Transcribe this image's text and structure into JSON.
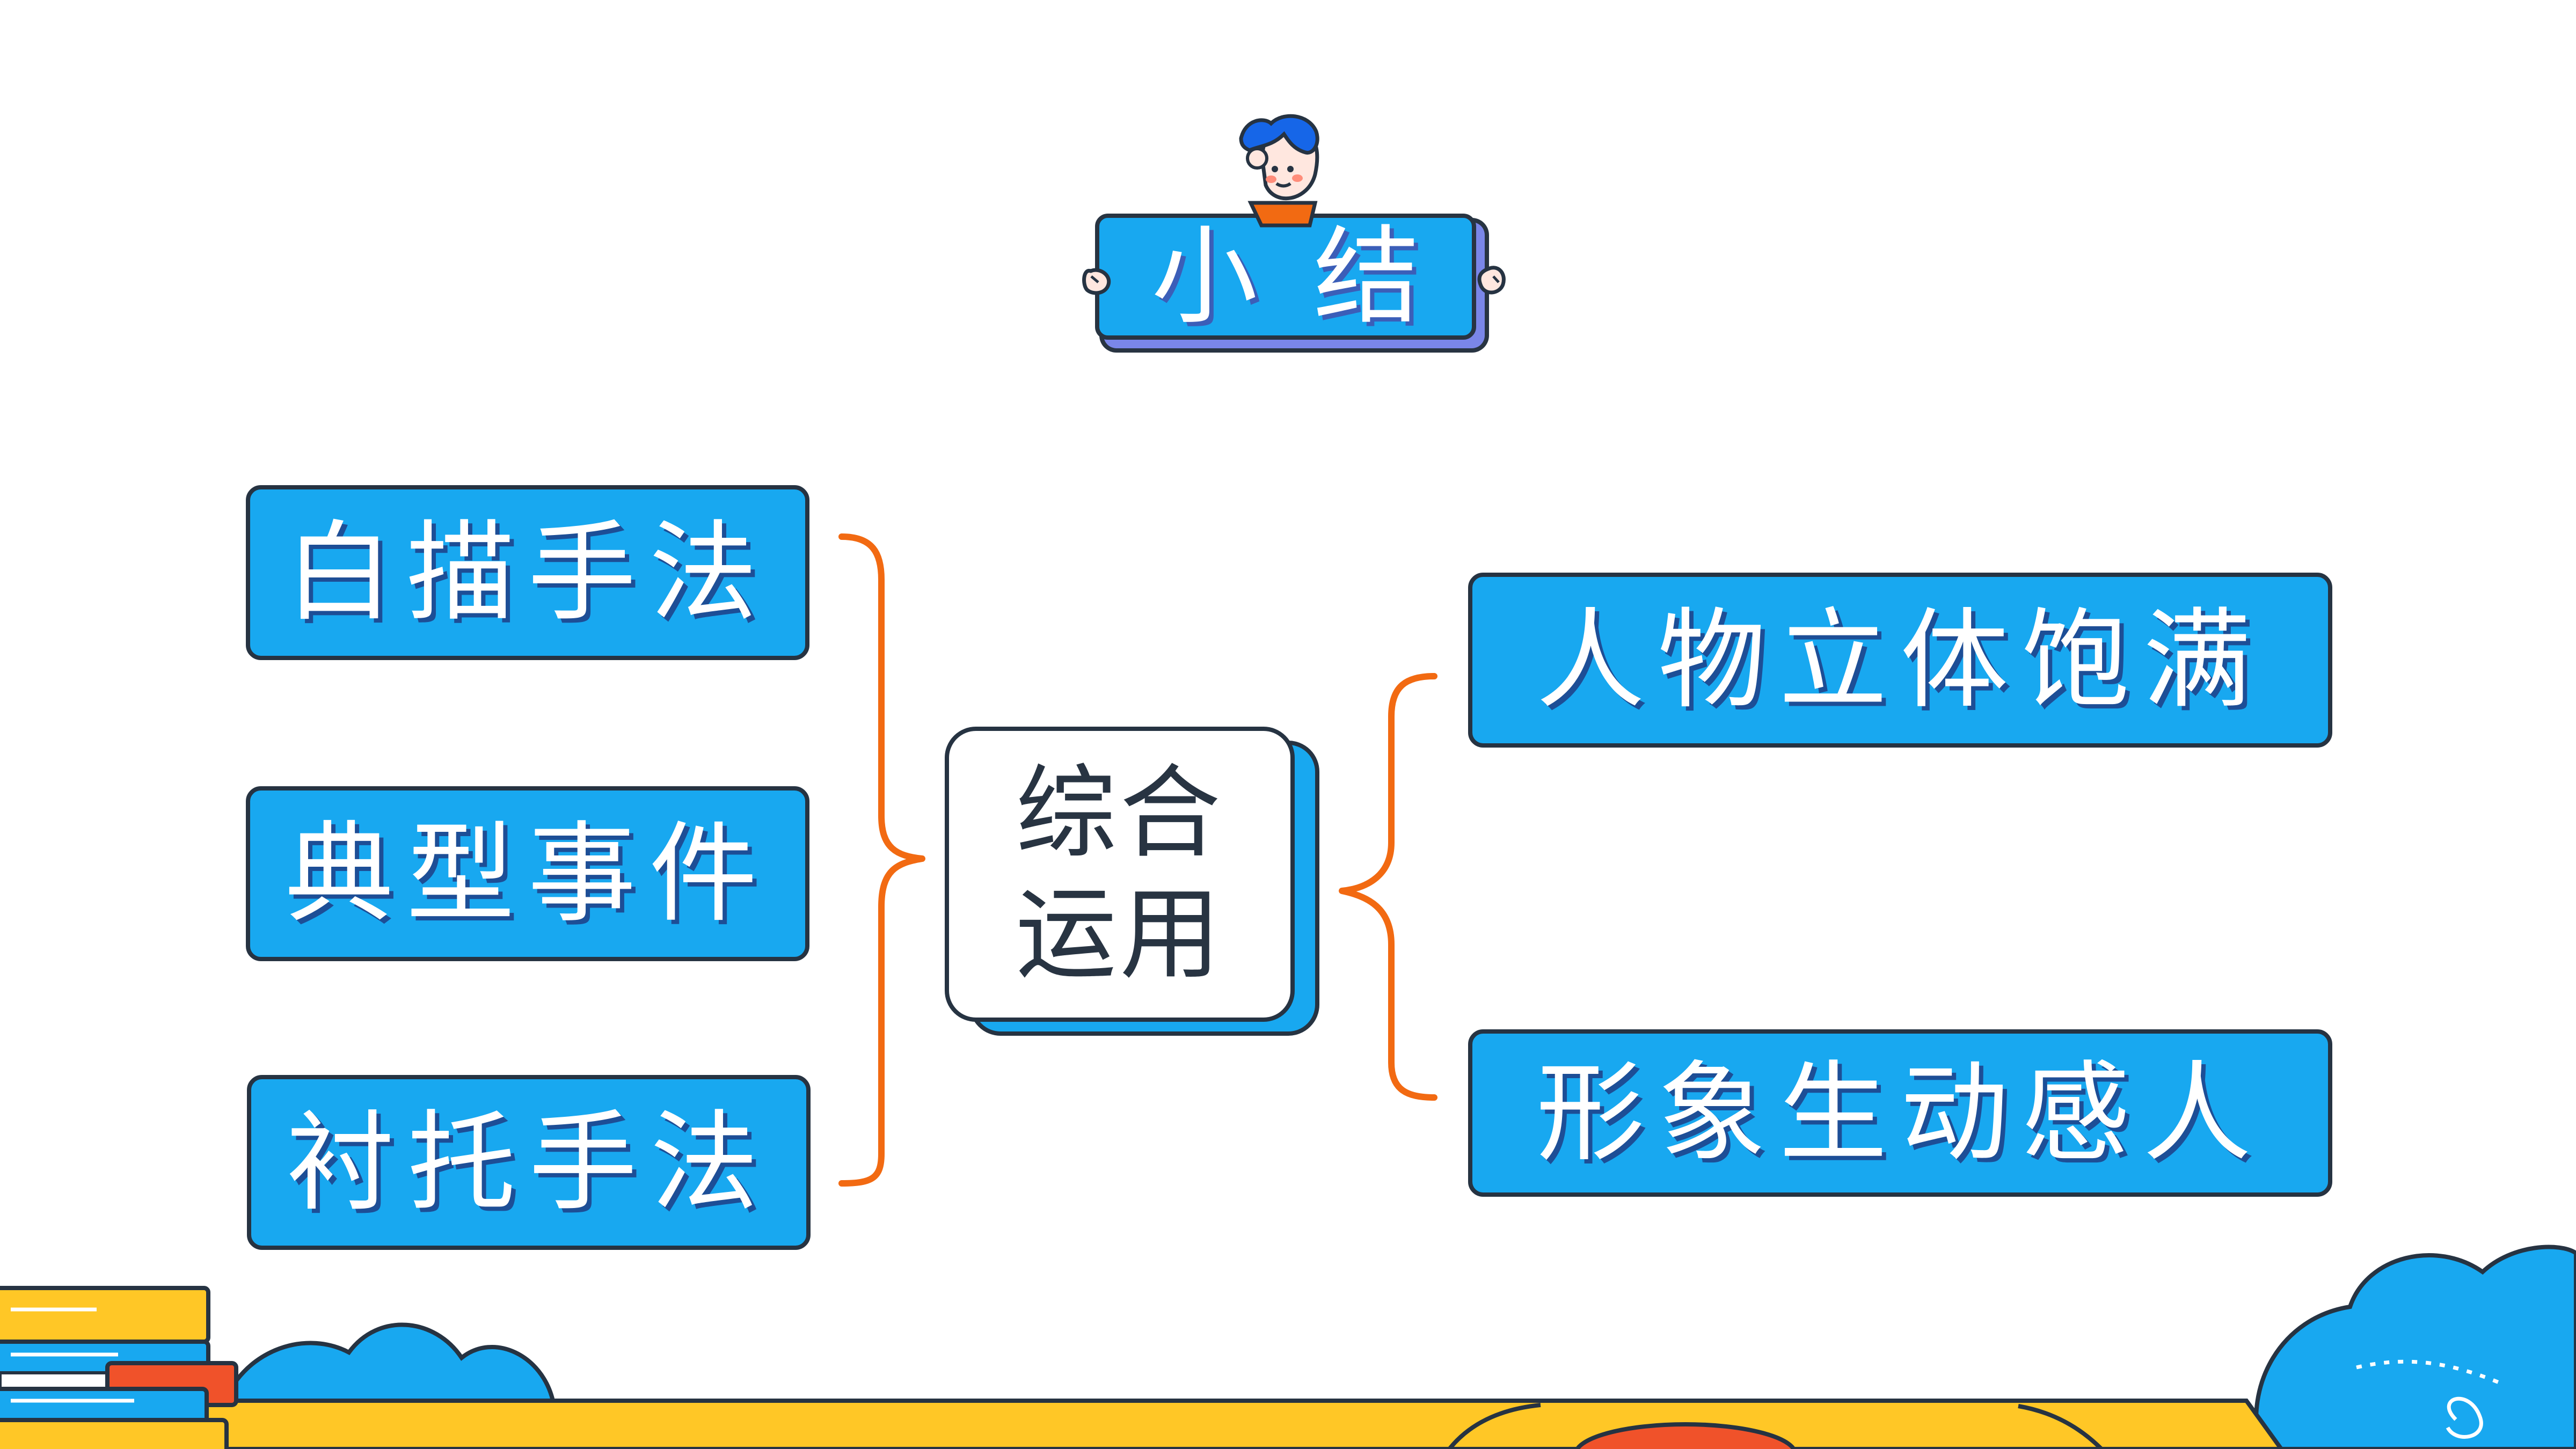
{
  "title": "小结",
  "center": {
    "text": "综合\n运用"
  },
  "left_items": [
    {
      "label": "白描手法"
    },
    {
      "label": "典型事件"
    },
    {
      "label": "衬托手法"
    }
  ],
  "right_items": [
    {
      "label": "人物立体饱满"
    },
    {
      "label": "形象生动感人"
    }
  ],
  "colors": {
    "box_blue": "#18a8f0",
    "connector_orange": "#f26a12",
    "outline": "#263342",
    "yellow": "#ffc726",
    "red_orange": "#f0522a"
  },
  "icons": {
    "mascot": "cartoon-boy-holding-title-sign",
    "books": "stacked-books",
    "clouds": "decorative-clouds"
  }
}
